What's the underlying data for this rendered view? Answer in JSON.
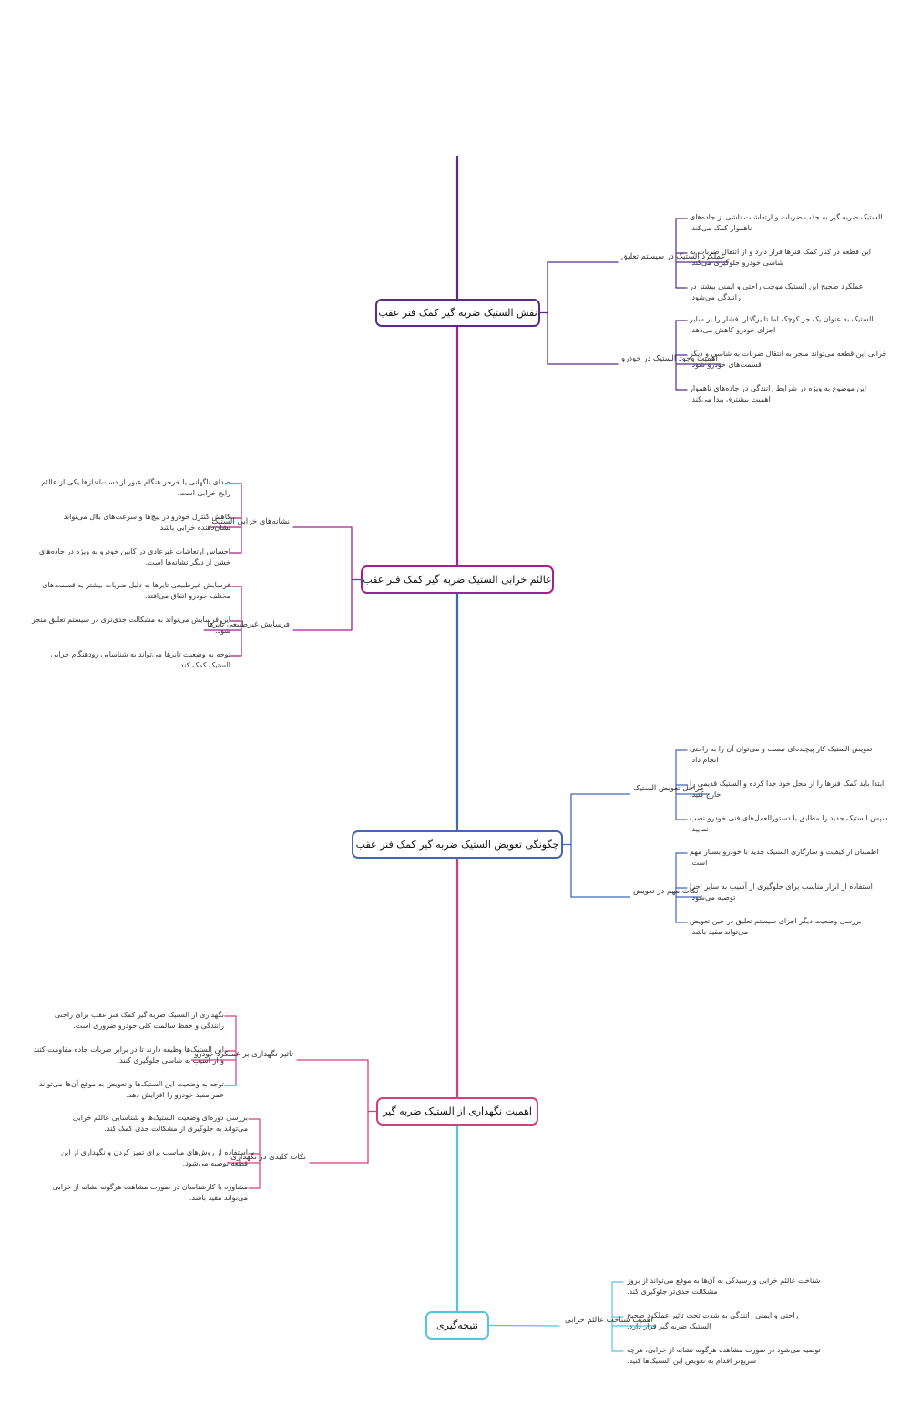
{
  "colors": {
    "c1": "#5b2a86",
    "c2": "#a3208e",
    "c3": "#4466b8",
    "c4": "#d0407f",
    "c5": "#59c4dc",
    "text": "#333333"
  },
  "sections": [
    {
      "title": "نقش الستیک ضربه گیر کمک فنر عقب",
      "subs": [
        {
          "label": "عملکرد الستیک در سیستم تعلیق",
          "leaves": [
            [
              "الستیک ضربه گیر به جذب ضربات و ارتعاشات ناشی از جاده‌های",
              "ناهموار کمک می‌کند."
            ],
            [
              "این قطعه در کنار کمک فنرها قرار دارد و از انتقال ضربات به",
              "شاسی خودرو جلوگیری می‌کند."
            ],
            [
              "عملکرد صحیح این الستیک موجب راحتی و ایمنی بیشتر در",
              "رانندگی می‌شود."
            ]
          ]
        },
        {
          "label": "اهمیت وجود الستیک در خودرو",
          "leaves": [
            [
              "الستیک به عنوان یک جز کوچک اما تاثیرگذار، فشار را بر سایر",
              "اجزای خودرو کاهش می‌دهد."
            ],
            [
              "خرابی این قطعه می‌تواند منجر به انتقال ضربات به شاسی و دیگر",
              "قسمت‌های خودرو شود."
            ],
            [
              "این موضوع به ویژه در شرایط رانندگی در جاده‌های ناهموار",
              "اهمیت بیشتری پیدا می‌کند."
            ]
          ]
        }
      ]
    },
    {
      "title": "عالئم خرابی الستیک ضربه گیر کمک فنر عقب",
      "subs": [
        {
          "label": "نشانه‌های خرابی الستیک",
          "leaves": [
            [
              "صدای ناگهانی یا خرخر هنگام عبور از دست‌اندازها یکی از عالئم",
              "رایج خرابی است."
            ],
            [
              "کاهش کنترل خودرو در پیچ‌ها و سرعت‌های باال می‌تواند",
              "نشان‌دهنده خرابی باشد."
            ],
            [
              "احساس ارتعاشات غیرعادی در کابین خودرو به ویژه در جاده‌های",
              "خشن از دیگر نشانه‌ها است."
            ]
          ]
        },
        {
          "label": "فرسایش غیرطبیعی تایرها",
          "leaves": [
            [
              "فرسایش غیرطبیعی تایرها به دلیل ضربات بیشتر به قسمت‌های",
              "مختلف خودرو اتفاق می‌افتد."
            ],
            [
              "این فرسایش می‌تواند به مشکالت جدی‌تری در سیستم تعلیق منجر",
              "شود."
            ],
            [
              "توجه به وضعیت تایرها می‌تواند به شناسایی زودهنگام خرابی",
              "الستیک کمک کند."
            ]
          ]
        }
      ]
    },
    {
      "title": "چگونگی تعویض الستیک ضربه گیر کمک فنر عقب",
      "subs": [
        {
          "label": "مراحل تعویض الستیک",
          "leaves": [
            [
              "تعویض الستیک کار پیچیده‌ای نیست و می‌توان آن را به راحتی",
              "انجام داد."
            ],
            [
              "ابتدا باید کمک فنرها را از محل خود جدا کرده و الستیک قدیمی را",
              "خارج کنید."
            ],
            [
              "سپس الستیک جدید را مطابق با دستورالعمل‌های فنی خودرو نصب",
              "نمایید."
            ]
          ]
        },
        {
          "label": "نکات مهم در تعویض",
          "leaves": [
            [
              "اطمینان از کیفیت و سازگاری الستیک جدید با خودرو بسیار مهم",
              "است."
            ],
            [
              "استفاده از ابزار مناسب برای جلوگیری از آسیب به سایر اجزا",
              "توصیه می‌شود."
            ],
            [
              "بررسی وضعیت دیگر اجزای سیستم تعلیق در حین تعویض",
              "می‌تواند مفید باشد."
            ]
          ]
        }
      ]
    },
    {
      "title": "اهمیت نگهداری از الستیک ضربه گیر",
      "subs": [
        {
          "label": "تاثیر نگهداری بر عملکرد خودرو",
          "leaves": [
            [
              "نگهداری از الستیک ضربه گیر کمک فنر عقب برای راحتی",
              "رانندگی و حفظ سالمت کلی خودرو ضروری است."
            ],
            [
              "این الستیک‌ها وظیفه دارند تا در برابر ضربات جاده مقاومت کنند",
              "و از آسیب به شاسی جلوگیری کنند."
            ],
            [
              "توجه به وضعیت این الستیک‌ها و تعویض به موقع آن‌ها می‌تواند",
              "عمر مفید خودرو را افزایش دهد."
            ]
          ]
        },
        {
          "label": "نکات کلیدی در نگهداری",
          "leaves": [
            [
              "بررسی دوره‌ای وضعیت الستیک‌ها و شناسایی عالئم خرابی",
              "می‌تواند به جلوگیری از مشکالت جدی کمک کند."
            ],
            [
              "استفاده از روش‌های مناسب برای تمیز کردن و نگهداری از این",
              "قطعه توصیه می‌شود."
            ],
            [
              "مشاوره با کارشناسان در صورت مشاهده هرگونه نشانه از خرابی",
              "می‌تواند مفید باشد."
            ]
          ]
        }
      ]
    },
    {
      "title": "نتیجه‌گیری",
      "subs": [
        {
          "label": "اهمیت شناخت عالئم خرابی",
          "leaves": [
            [
              "شناخت عالئم خرابی و رسیدگی به آن‌ها به موقع می‌تواند از بروز",
              "مشکالت جدی‌تر جلوگیری کند."
            ],
            [
              "راحتی و ایمنی رانندگی به شدت تحت تاثیر عملکرد صحیح",
              "الستیک ضربه گیر قرار دارد."
            ],
            [
              "توصیه می‌شود در صورت مشاهده هرگونه نشانه از خرابی، هرچه",
              "سریع‌تر اقدام به تعویض این الستیک‌ها کنید."
            ]
          ]
        }
      ]
    }
  ]
}
